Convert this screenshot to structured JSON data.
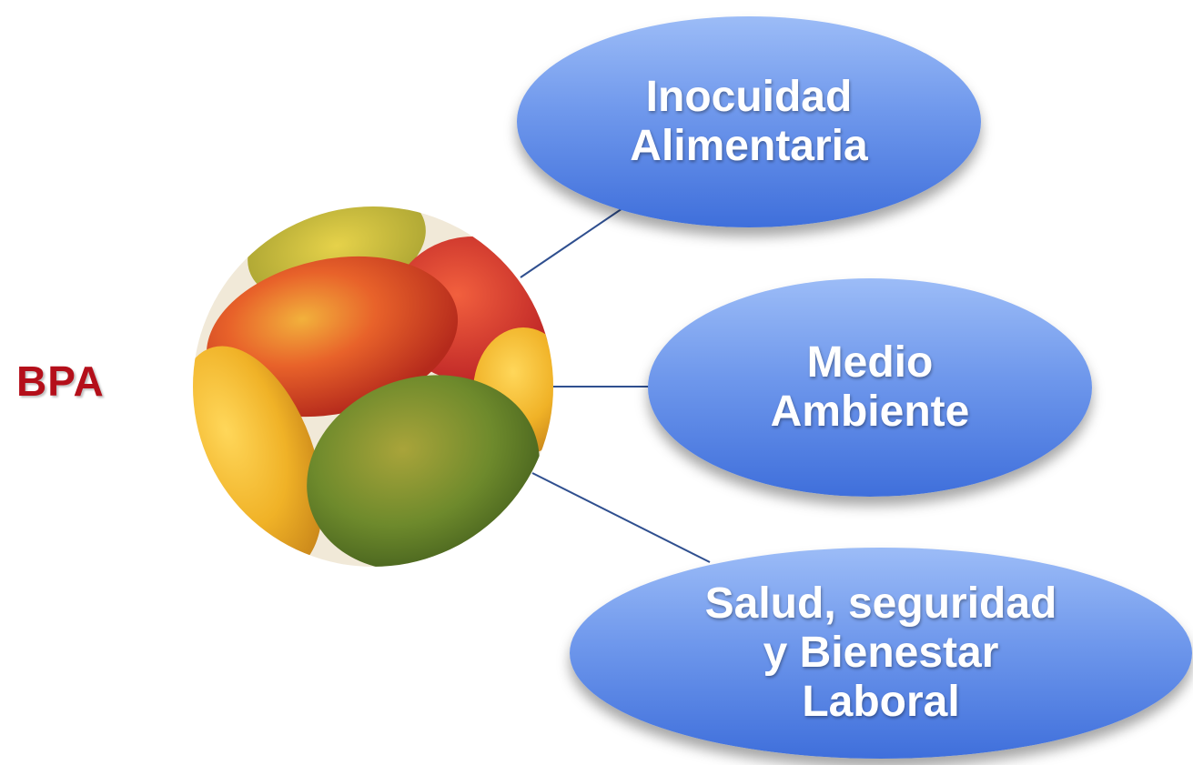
{
  "diagram": {
    "title": "BPA",
    "center_image": "mango-photo",
    "branches": [
      {
        "label": "Inocuidad Alimentaria"
      },
      {
        "label": "Medio Ambiente"
      },
      {
        "label": "Salud, seguridad y Bienestar Laboral"
      }
    ],
    "colors": {
      "title": "#b40f1a",
      "ellipse_top": "#9cbcf7",
      "ellipse_bottom": "#3f6fdb",
      "connector": "#2f4f8f"
    }
  }
}
